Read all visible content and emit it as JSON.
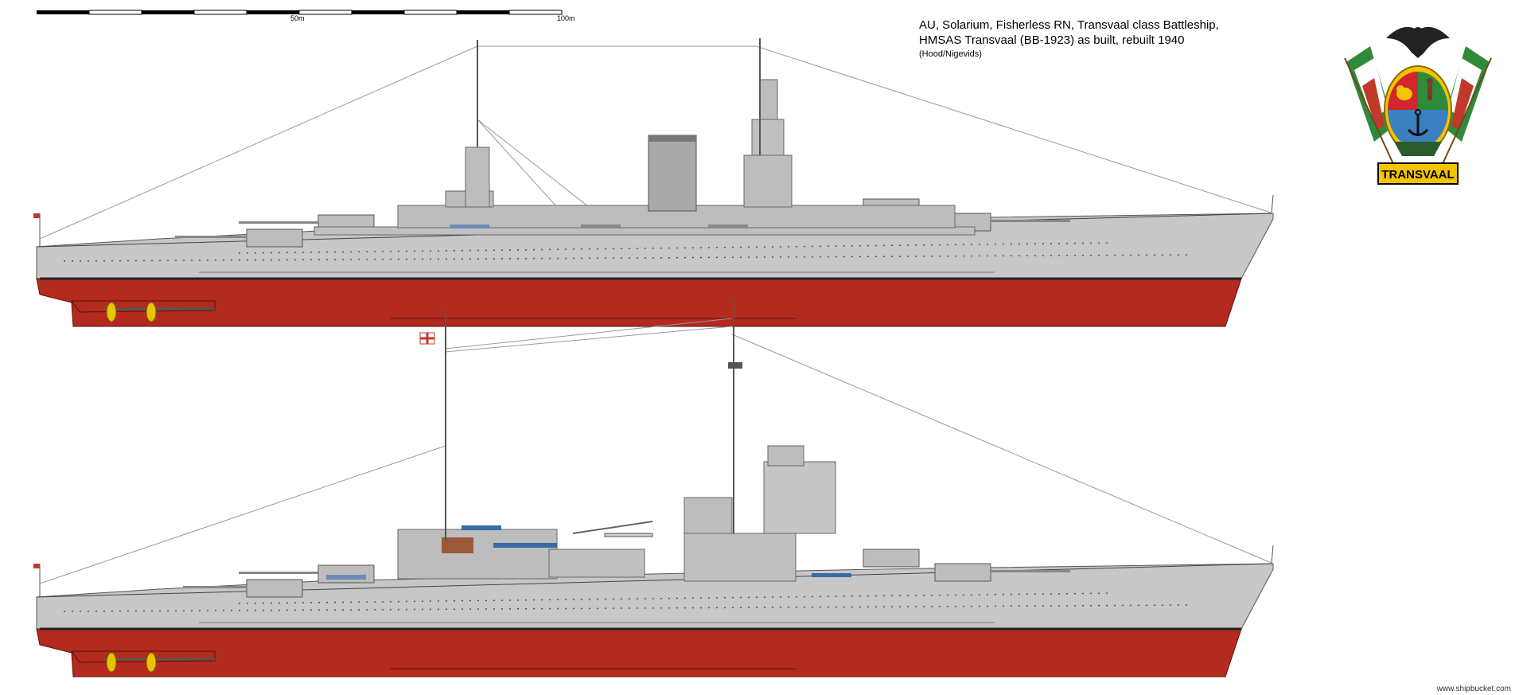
{
  "scale": {
    "label_50": "50m",
    "label_100": "100m"
  },
  "title": {
    "line1": "AU, Solarium, Fisherless RN, Transvaal class Battleship,",
    "line2": "HMSAS Transvaal (BB-1923) as built, rebuilt 1940",
    "credit": "(Hood/Nigevids)"
  },
  "emblem": {
    "banner": "TRANSVAAL",
    "icon": "coat-of-arms-icon"
  },
  "watermark": "www.shipbucket.com",
  "colors": {
    "hull_grey": "#c7c7c7",
    "superstructure_grey": "#bdbdbd",
    "dark_grey": "#8c8c8c",
    "hull_red": "#b32b1e",
    "banner_yellow": "#f2c500",
    "propeller_yellow": "#e8c400",
    "rigging": "#9a9a9a"
  }
}
